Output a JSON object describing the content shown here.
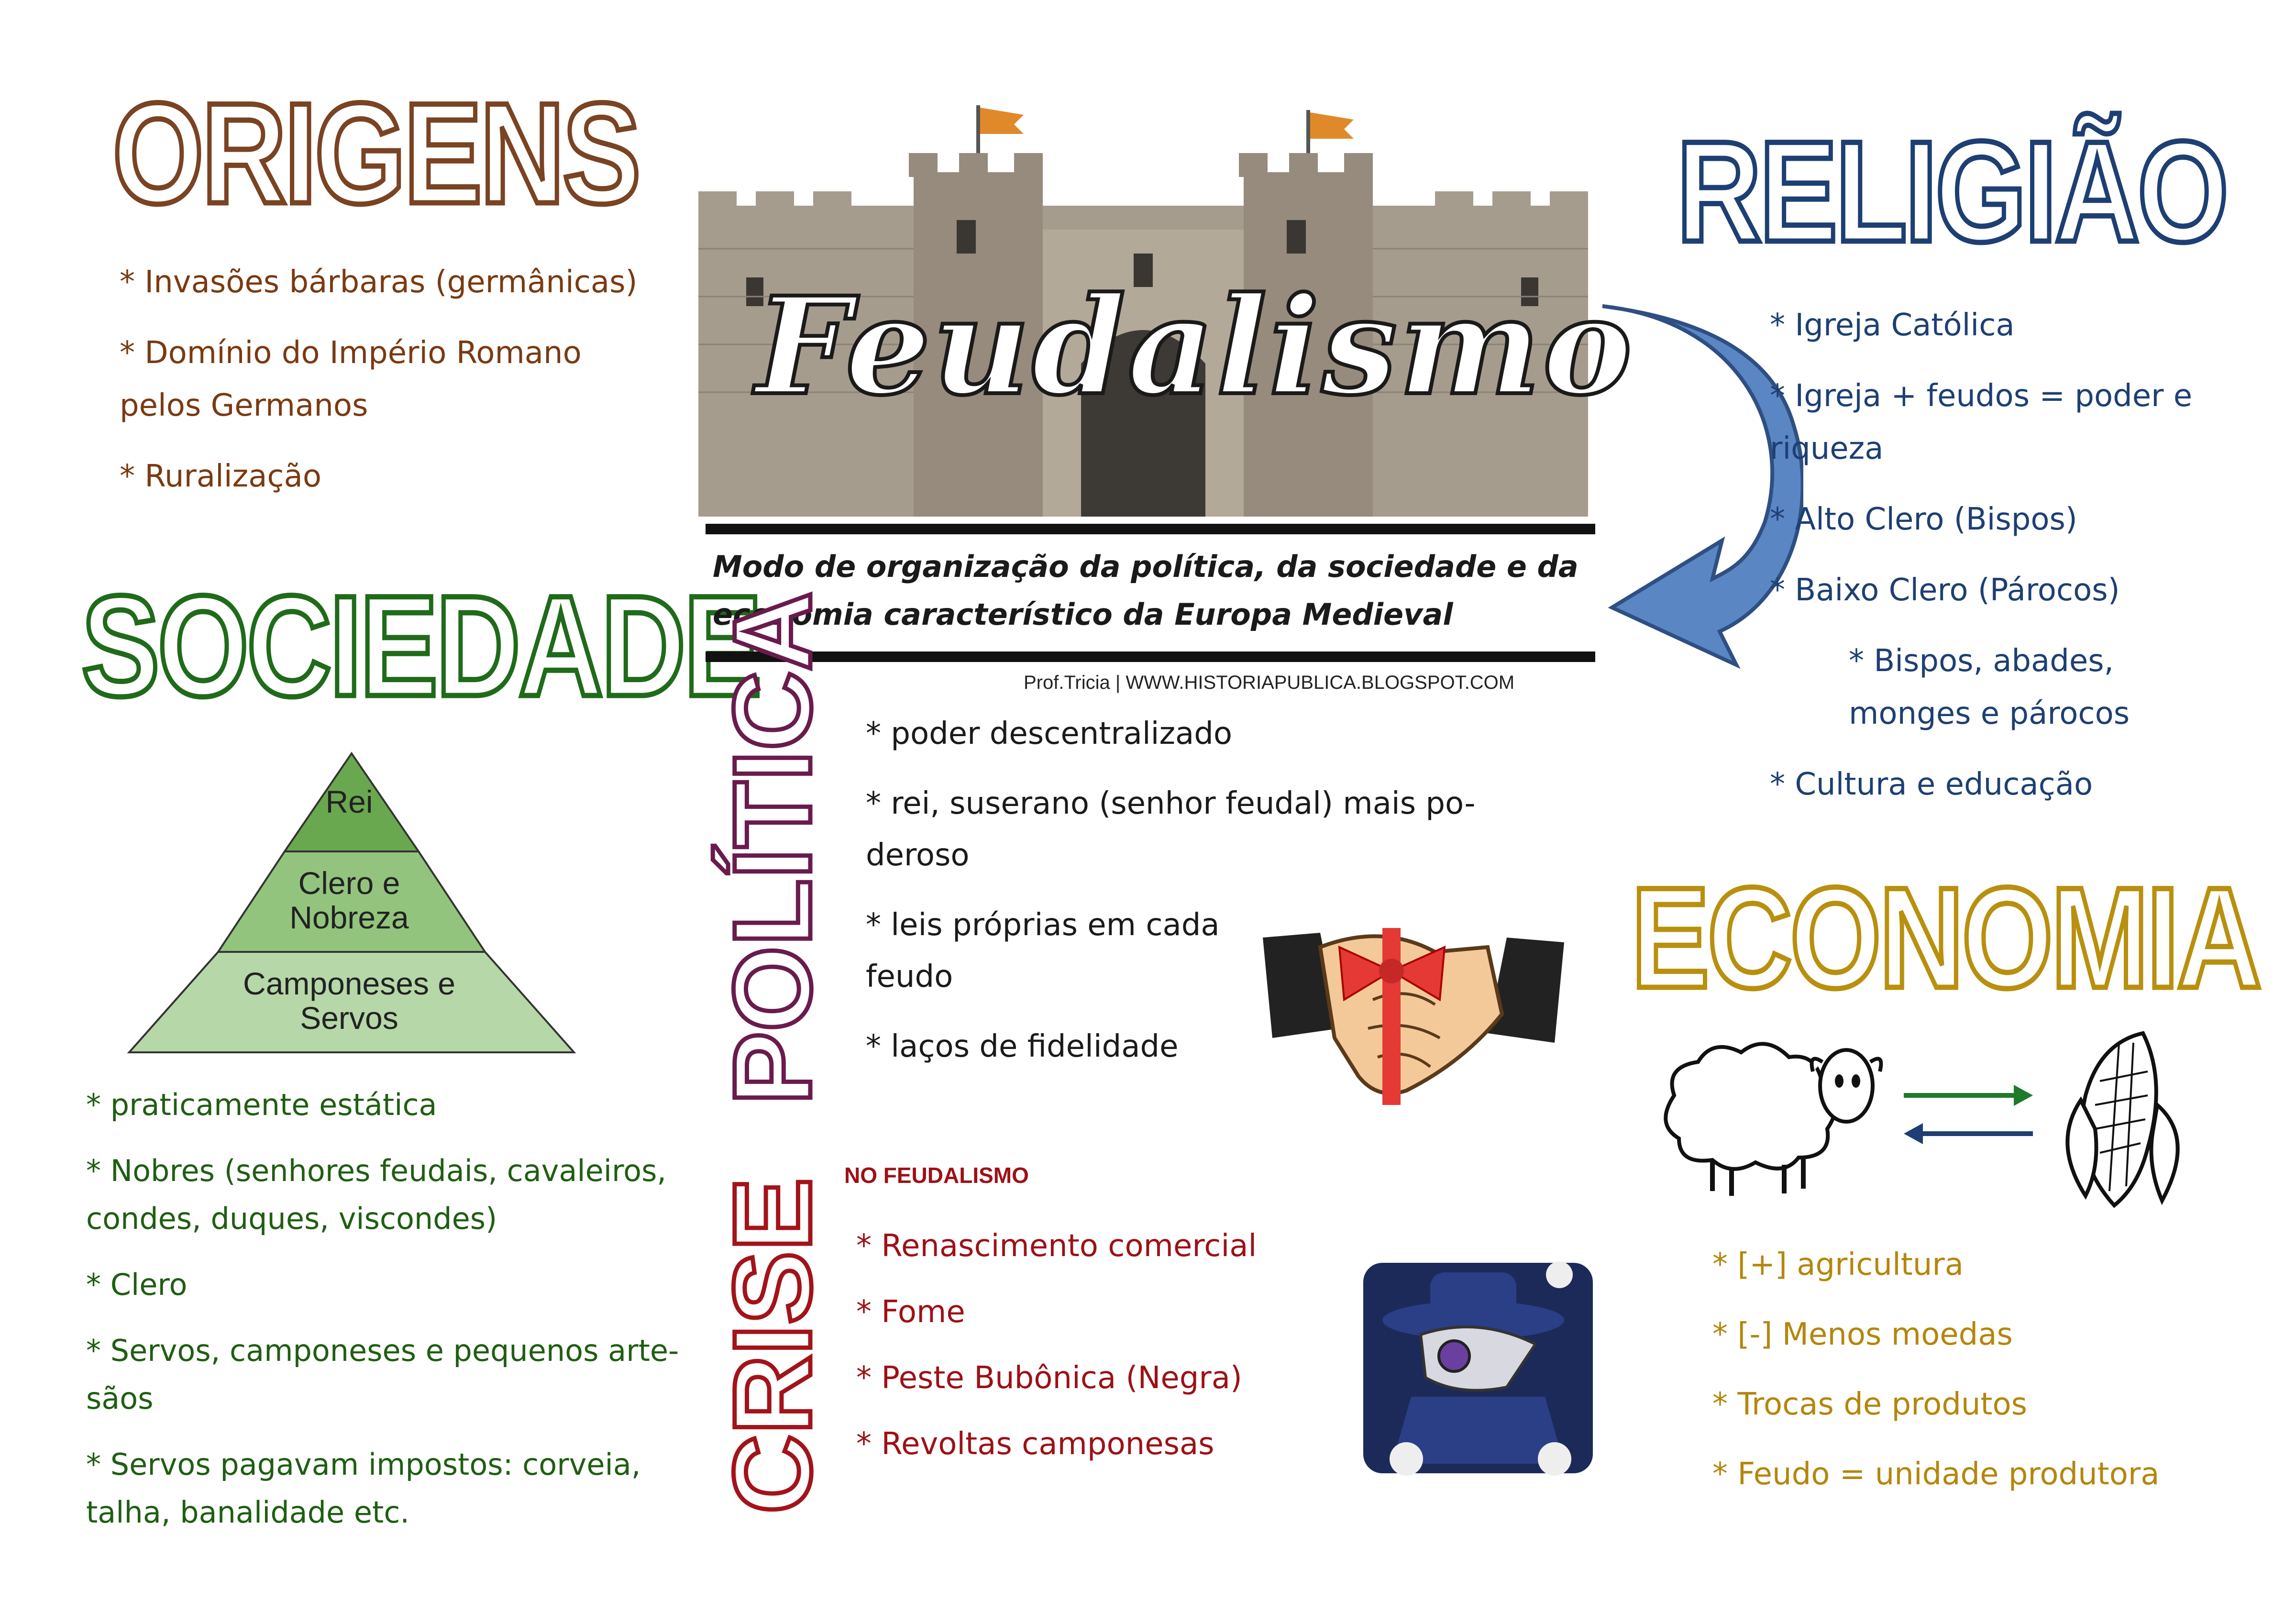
{
  "central": {
    "title": "Feudalismo",
    "subtitle": "Modo de organização da política, da sociedade e da economia característico da Europa Medieval",
    "credit": "Prof.Tricia | WWW.HISTORIAPUBLICA.BLOGSPOT.COM"
  },
  "origens": {
    "title": "ORIGENS",
    "items": [
      "* Invasões bárbaras (germânicas)",
      "* Domínio do Império Romano pelos Germanos",
      "* Ruralização"
    ]
  },
  "sociedade": {
    "title": "SOCIEDADE",
    "pyramid": [
      "Rei",
      "Clero e Nobreza",
      "Camponeses e Servos"
    ],
    "items": [
      "* praticamente estática",
      "* Nobres (senhores feudais, cavaleiros, condes, duques, viscondes)",
      "* Clero",
      "* Servos, camponeses e pequenos arte-sãos",
      "* Servos pagavam impostos: corveia, talha, banalidade etc."
    ]
  },
  "religiao": {
    "title": "RELIGIÃO",
    "items": [
      "* Igreja Católica",
      "* Igreja + feudos = poder e riqueza",
      "* Alto Clero (Bispos)",
      "* Baixo Clero (Párocos)",
      "* Bispos, abades, monges e párocos",
      "* Cultura e educação"
    ]
  },
  "politica": {
    "title": "POLÍTICA",
    "items": [
      "* poder descentralizado",
      "* rei, suserano (senhor feudal) mais po-deroso",
      "* leis próprias em cada feudo",
      "* laços de fidelidade"
    ]
  },
  "crise": {
    "title": "CRISE",
    "suffix": "NO FEUDALISMO",
    "items": [
      "* Renascimento comercial",
      "* Fome",
      "* Peste Bubônica (Negra)",
      "* Revoltas camponesas"
    ]
  },
  "economia": {
    "title": "ECONOMIA",
    "items": [
      "* [+] agricultura",
      "* [-] Menos moedas",
      "* Trocas de produtos",
      "* Feudo = unidade produtora"
    ]
  },
  "colors": {
    "origens": "#7a4322",
    "sociedade": "#1f6b1a",
    "religiao": "#1d3f73",
    "politica": "#6a1b4d",
    "crise": "#a3131a",
    "economia": "#b8900e",
    "pyramid_top": "#6aa84f",
    "pyramid_mid": "#93c47d",
    "pyramid_bot": "#b6d7a8"
  }
}
